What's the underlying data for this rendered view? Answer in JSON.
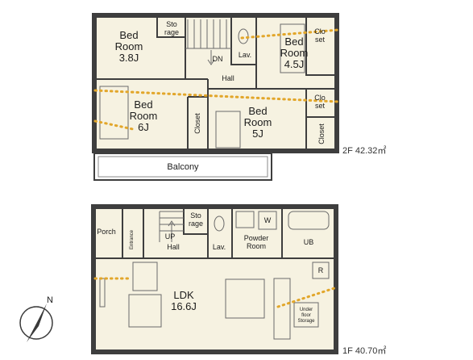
{
  "floor2": {
    "area": "2F 42.32㎡",
    "rooms": {
      "bed38": {
        "line1": "Bed",
        "line2": "Room",
        "line3": "3.8J"
      },
      "storage": {
        "line1": "Sto",
        "line2": "rage"
      },
      "dn": "DN",
      "lav": "Lav.",
      "bed45": {
        "line1": "Bed",
        "line2": "Room",
        "line3": "4.5J"
      },
      "closet_top": {
        "line1": "Clo",
        "line2": "set"
      },
      "hall": "Hall",
      "bed6": {
        "line1": "Bed",
        "line2": "Room",
        "line3": "6J"
      },
      "closet_left": "Closet",
      "bed5": {
        "line1": "Bed",
        "line2": "Room",
        "line3": "5J"
      },
      "closet_right1": {
        "line1": "Clo",
        "line2": "set"
      },
      "closet_right2": "Closet",
      "balcony": "Balcony"
    }
  },
  "floor1": {
    "area": "1F 40.70㎡",
    "rooms": {
      "porch": "Porch",
      "entrance": "Entrance",
      "up": "UP",
      "hall": "Hall",
      "storage": {
        "line1": "Sto",
        "line2": "rage"
      },
      "lav": "Lav.",
      "w": "W",
      "powder": {
        "line1": "Powder",
        "line2": "Room"
      },
      "ub": "UB",
      "r": "R",
      "ldk": {
        "line1": "LDK",
        "line2": "16.6J"
      },
      "underfloor": {
        "line1": "Under",
        "line2": "floor",
        "line3": "Storage"
      }
    }
  },
  "compass": {
    "label": "N"
  },
  "colors": {
    "wall": "#3e3e3e",
    "floor_fill": "#f6f2e1",
    "light_path": "#e2a62a"
  }
}
